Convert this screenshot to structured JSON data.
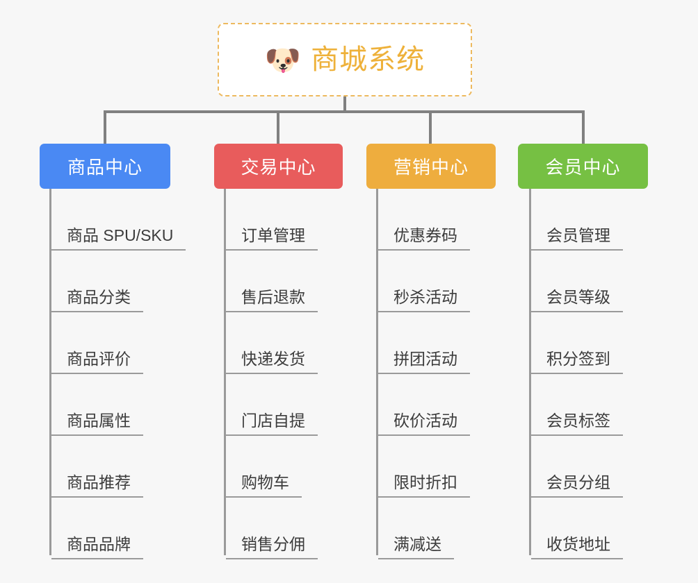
{
  "page": {
    "background_color": "#f7f7f7",
    "line_color": "#808080",
    "leaf_line_color": "#9a9a9a",
    "leaf_text_color": "#3c3c3c"
  },
  "root": {
    "icon": "dog-face-emoji",
    "emoji": "🐶",
    "title": "商城系统",
    "title_color": "#eeb13a",
    "border_color": "#edb95e",
    "background_color": "#ffffff"
  },
  "branches": [
    {
      "label": "商品中心",
      "color": "#4a89f3",
      "items": [
        "商品 SPU/SKU",
        "商品分类",
        "商品评价",
        "商品属性",
        "商品推荐",
        "商品品牌"
      ]
    },
    {
      "label": "交易中心",
      "color": "#e85c5c",
      "items": [
        "订单管理",
        "售后退款",
        "快递发货",
        "门店自提",
        "购物车",
        "销售分佣"
      ]
    },
    {
      "label": "营销中心",
      "color": "#eead3e",
      "items": [
        "优惠券码",
        "秒杀活动",
        "拼团活动",
        "砍价活动",
        "限时折扣",
        "满减送"
      ]
    },
    {
      "label": "会员中心",
      "color": "#76c043",
      "items": [
        "会员管理",
        "会员等级",
        "积分签到",
        "会员标签",
        "会员分组",
        "收货地址"
      ]
    }
  ]
}
